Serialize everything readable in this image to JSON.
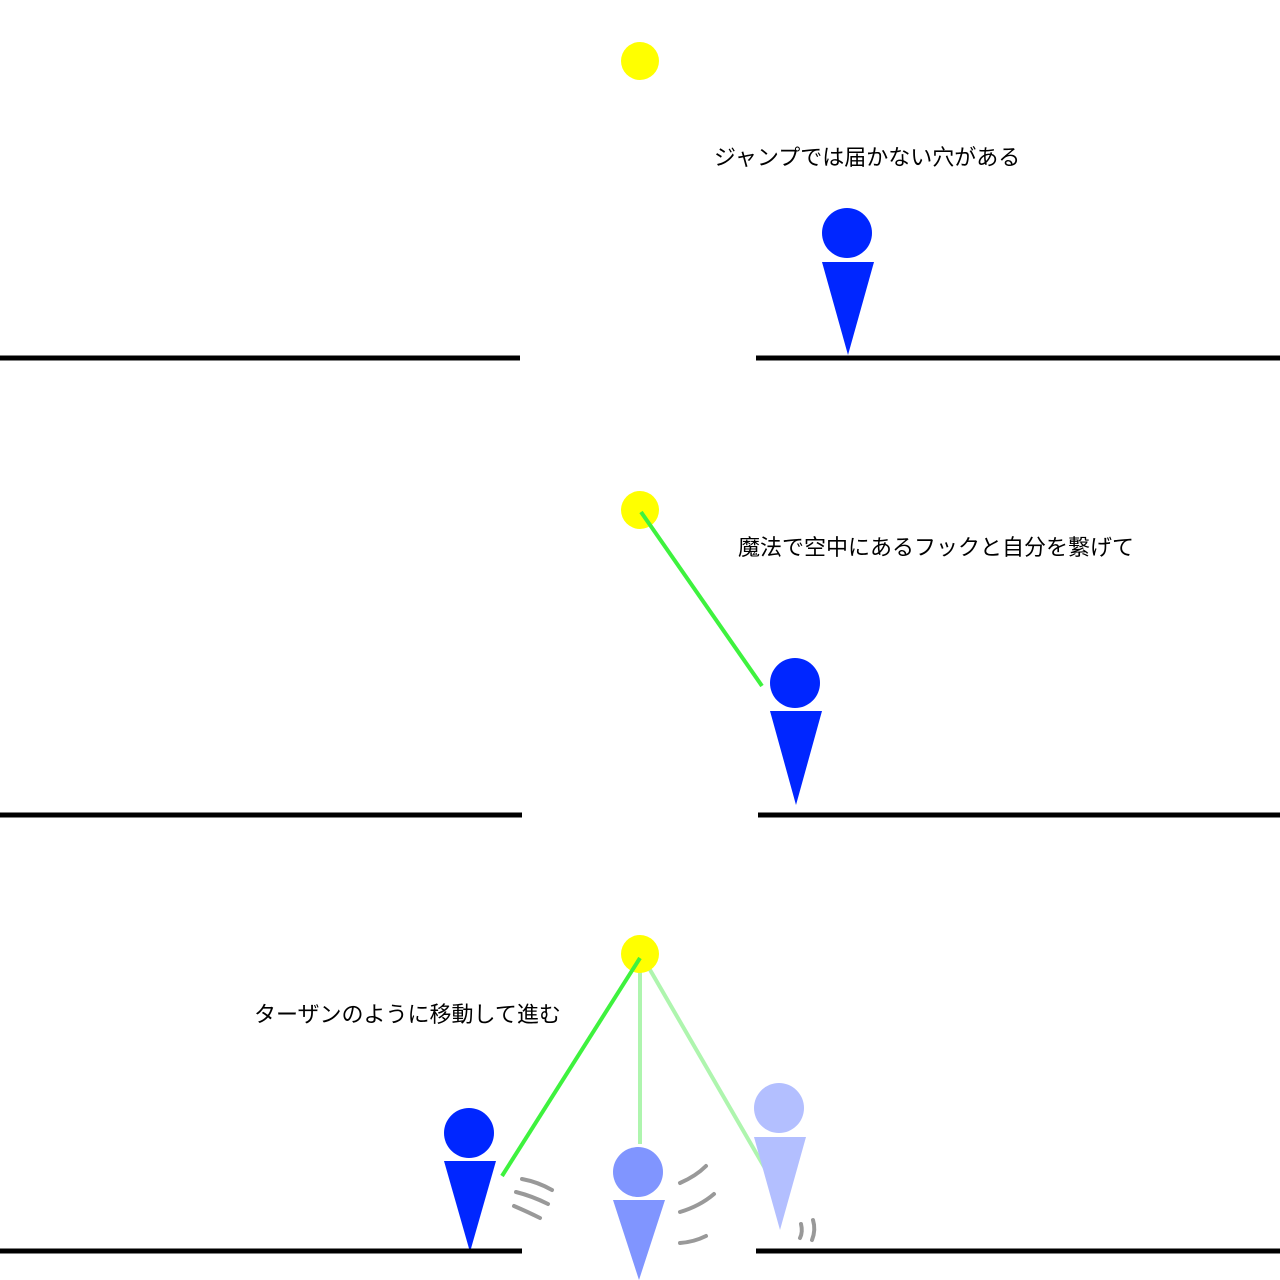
{
  "panels": [
    {
      "id": "panel-1",
      "caption": "ジャンプでは届かない穴がある",
      "description_step": 1
    },
    {
      "id": "panel-2",
      "caption": "魔法で空中にあるフックと自分を繋げて",
      "description_step": 2
    },
    {
      "id": "panel-3",
      "caption": "ターザンのように移動して進む",
      "description_step": 3
    }
  ],
  "colors": {
    "hook": "#ffff00",
    "character": "#0026ff",
    "character_mid": "#8095ff",
    "character_faint": "#b3bfff",
    "rope": "#3ef23e",
    "rope_faint": "#aef5ae",
    "ground": "#000000",
    "motion_lines": "#999999"
  },
  "icons": {
    "hook": "circle",
    "character": "head-and-cone-body"
  }
}
